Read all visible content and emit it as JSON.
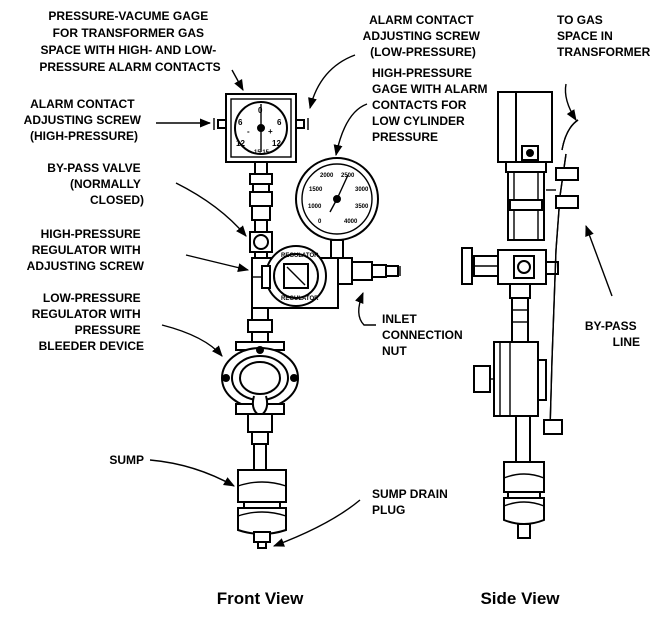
{
  "labels": {
    "pressure_vacuum_gage": [
      "PRESSURE-VACUME GAGE",
      "FOR TRANSFORMER GAS",
      "SPACE WITH HIGH- AND LOW-",
      "PRESSURE ALARM CONTACTS"
    ],
    "alarm_contact_low": [
      "ALARM CONTACT",
      "ADJUSTING SCREW",
      "(LOW-PRESSURE)"
    ],
    "alarm_contact_high": [
      "ALARM CONTACT",
      "ADJUSTING SCREW",
      "(HIGH-PRESSURE)"
    ],
    "high_pressure_gage": [
      "HIGH-PRESSURE",
      "GAGE WITH ALARM",
      "CONTACTS FOR",
      "LOW CYLINDER",
      "PRESSURE"
    ],
    "bypass_valve": [
      "BY-PASS VALVE",
      "(NORMALLY",
      "CLOSED)"
    ],
    "high_pressure_regulator": [
      "HIGH-PRESSURE",
      "REGULATOR WITH",
      "ADJUSTING SCREW"
    ],
    "low_pressure_regulator": [
      "LOW-PRESSURE",
      "REGULATOR WITH",
      "PRESSURE",
      "BLEEDER DEVICE"
    ],
    "inlet_connection_nut": [
      "INLET",
      "CONNECTION",
      "NUT"
    ],
    "sump": [
      "SUMP"
    ],
    "sump_drain_plug": [
      "SUMP DRAIN",
      "PLUG"
    ],
    "to_gas_space": [
      "TO GAS",
      "SPACE IN",
      "TRANSFORMER"
    ],
    "bypass_line": [
      "BY-PASS",
      "LINE"
    ]
  },
  "captions": {
    "front_view": "Front View",
    "side_view": "Side View"
  },
  "gauge_text": {
    "regulator_top": "REGULATOR",
    "regulator_bottom": "REGULATOR",
    "vacuum_dial_top": "0",
    "vacuum_dial_left": "6",
    "vacuum_dial_right": "6",
    "vacuum_dial_bottom_left": "12",
    "vacuum_dial_bottom_right": "12",
    "vacuum_dial_bottom": "15 15",
    "vacuum_minus": "-",
    "vacuum_plus": "+",
    "hp_scale": [
      "0",
      "1000",
      "1500",
      "2000",
      "2500",
      "3000",
      "3500",
      "4000"
    ]
  }
}
